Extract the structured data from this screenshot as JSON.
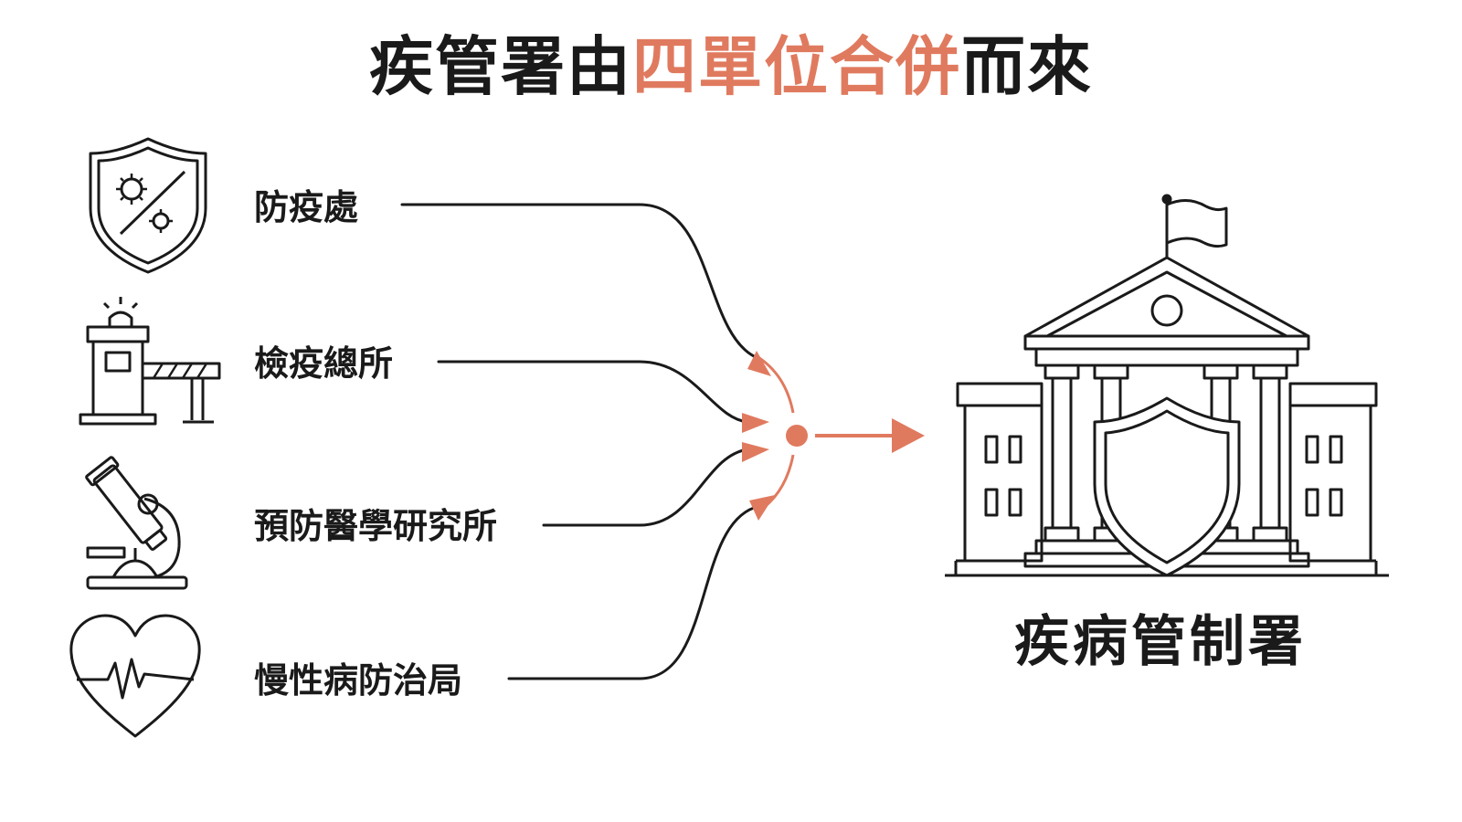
{
  "title": {
    "prefix": "疾管署由",
    "highlight": "四單位合併",
    "suffix": "而來"
  },
  "sources": [
    {
      "label": "防疫處",
      "icon": "shield-virus-icon"
    },
    {
      "label": "檢疫總所",
      "icon": "checkpoint-barrier-icon"
    },
    {
      "label": "預防醫學研究所",
      "icon": "microscope-icon"
    },
    {
      "label": "慢性病防治局",
      "icon": "heart-pulse-icon"
    }
  ],
  "result": {
    "label": "疾病管制署",
    "icon": "government-building-shield-icon"
  },
  "colors": {
    "accent": "#e07a5f",
    "ink": "#1a1a1a"
  }
}
